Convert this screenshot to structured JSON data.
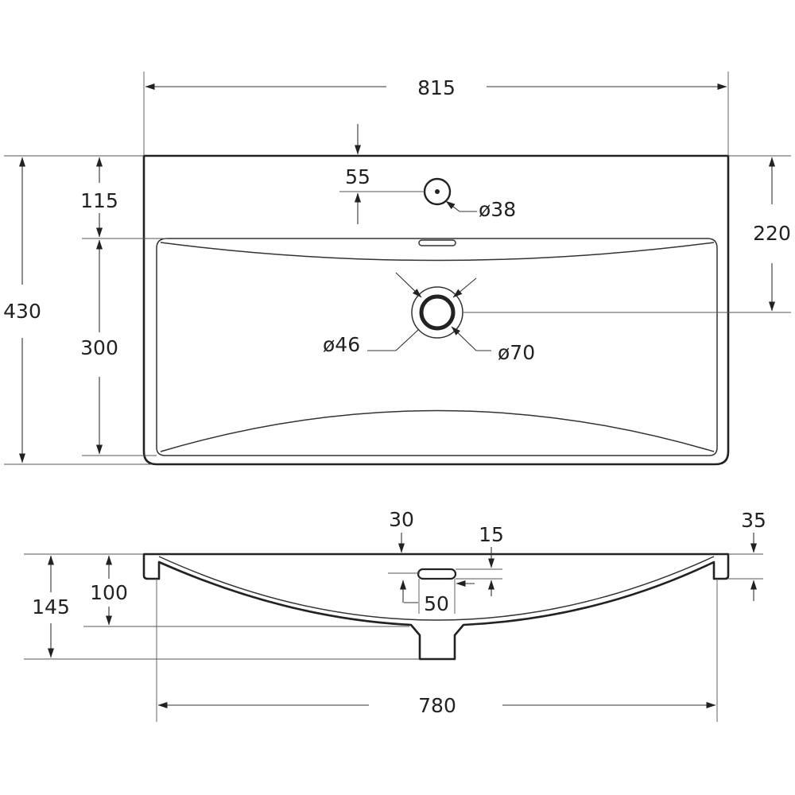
{
  "top_view": {
    "overall_width": "815",
    "overall_depth": "430",
    "back_ledge_depth": "115",
    "bowl_depth": "300",
    "drain_from_back": "220",
    "tap_hole_from_back": "55",
    "tap_hole_diameter": "ø38",
    "drain_inner_diameter": "ø46",
    "drain_outer_diameter": "ø70"
  },
  "side_view": {
    "rim_height_offset": "30",
    "overflow_slot_height": "15",
    "overflow_slot_width": "50",
    "rim_thickness": "35",
    "bowl_height": "100",
    "total_height": "145",
    "bowl_width": "780"
  }
}
